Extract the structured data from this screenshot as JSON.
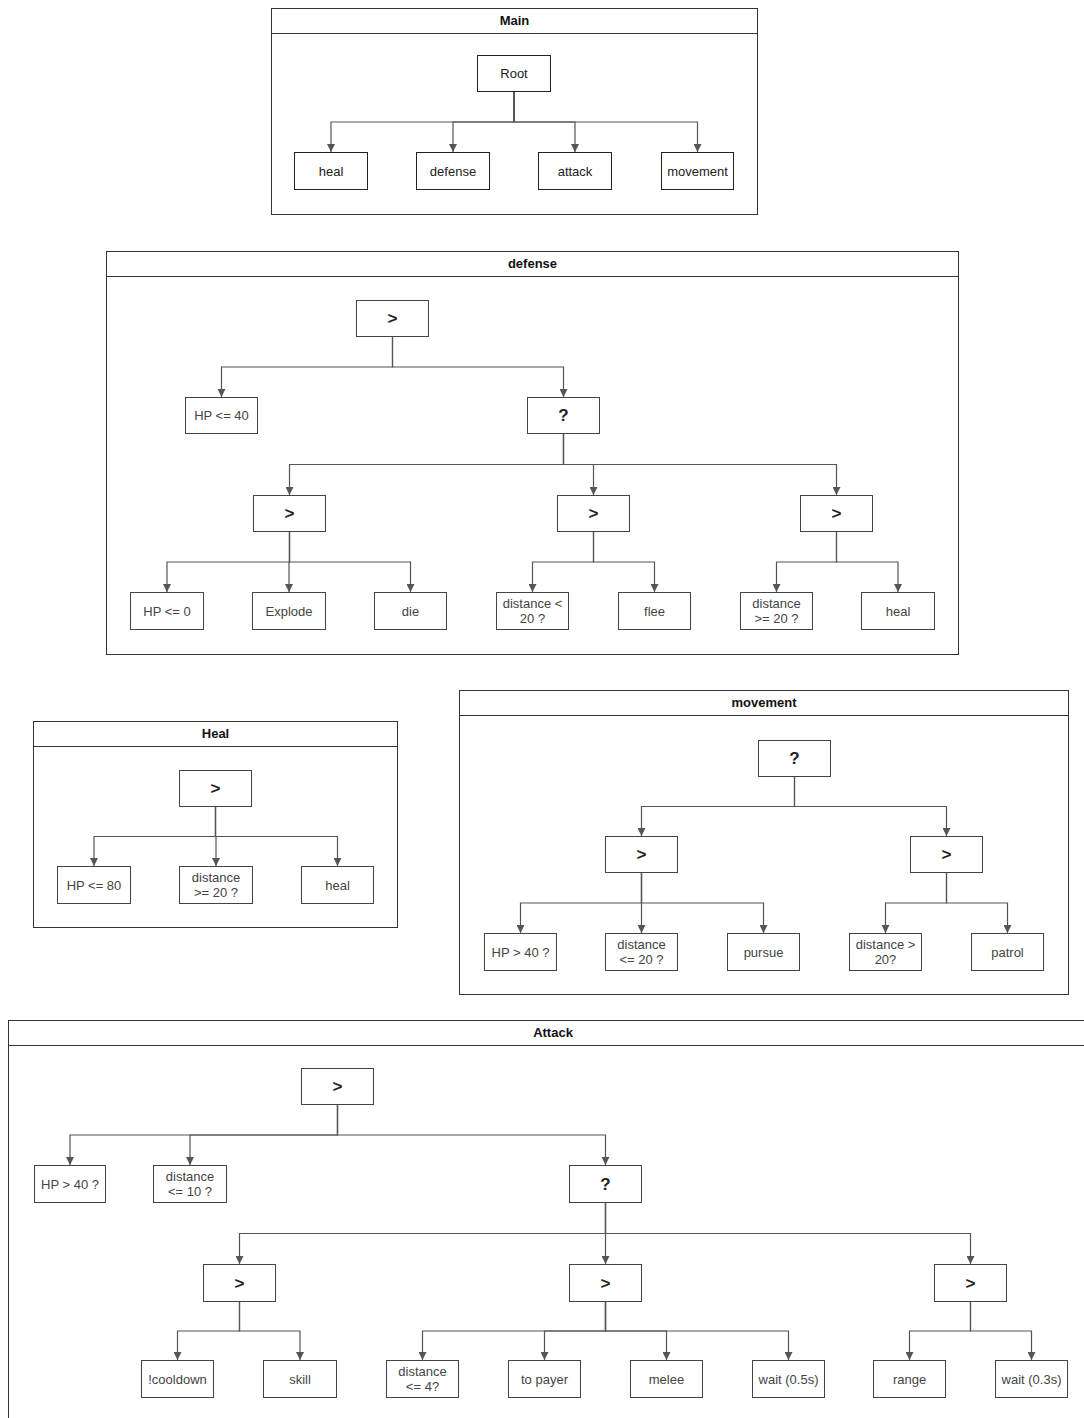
{
  "diagram": {
    "nodes": [
      {
        "text": [
          "Main"
        ]
      },
      {
        "text": [
          "Root"
        ],
        "in": 0
      },
      {
        "text": [
          "heal"
        ],
        "in": 0
      },
      {
        "text": [
          "defense"
        ],
        "in": 0
      },
      {
        "text": [
          "attack"
        ],
        "in": 0
      },
      {
        "text": [
          "movement"
        ],
        "in": 0
      },
      {
        "text": [
          "defense"
        ]
      },
      {
        "text": [
          ">"
        ],
        "in": 6
      },
      {
        "text": [
          "HP <= 40"
        ],
        "in": 6
      },
      {
        "text": [
          "?"
        ],
        "in": 6
      },
      {
        "text": [
          ">"
        ],
        "in": 6
      },
      {
        "text": [
          ">"
        ],
        "in": 6
      },
      {
        "text": [
          ">"
        ],
        "in": 6
      },
      {
        "text": [
          "HP <= 0"
        ],
        "in": 6
      },
      {
        "text": [
          "Explode"
        ],
        "in": 6
      },
      {
        "text": [
          "die"
        ],
        "in": 6
      },
      {
        "text": [
          "distance < 20 ?"
        ],
        "in": 6
      },
      {
        "text": [
          "flee"
        ],
        "in": 6
      },
      {
        "text": [
          "distance >= 20 ?"
        ],
        "in": 6
      },
      {
        "text": [
          "heal"
        ],
        "in": 6
      },
      {
        "text": [
          "Heal"
        ]
      },
      {
        "text": [
          ">"
        ],
        "in": 20
      },
      {
        "text": [
          "HP <= 80"
        ],
        "in": 20
      },
      {
        "text": [
          "distance >= 20 ?"
        ],
        "in": 20
      },
      {
        "text": [
          "heal"
        ],
        "in": 20
      },
      {
        "text": [
          "movement"
        ]
      },
      {
        "text": [
          "?"
        ],
        "in": 25
      },
      {
        "text": [
          ">"
        ],
        "in": 25
      },
      {
        "text": [
          ">"
        ],
        "in": 25
      },
      {
        "text": [
          "HP > 40 ?"
        ],
        "in": 25
      },
      {
        "text": [
          "distance <= 20 ?"
        ],
        "in": 25
      },
      {
        "text": [
          "pursue"
        ],
        "in": 25
      },
      {
        "text": [
          "distance > 20?"
        ],
        "in": 25
      },
      {
        "text": [
          "patrol"
        ],
        "in": 25
      },
      {
        "text": [
          "Attack"
        ]
      },
      {
        "text": [
          ">"
        ],
        "in": 34
      },
      {
        "text": [
          "HP > 40 ?"
        ],
        "in": 34
      },
      {
        "text": [
          "distance <= 10 ?"
        ],
        "in": 34
      },
      {
        "text": [
          "?"
        ],
        "in": 34
      },
      {
        "text": [
          ">"
        ],
        "in": 34
      },
      {
        "text": [
          ">"
        ],
        "in": 34
      },
      {
        "text": [
          ">"
        ],
        "in": 34
      },
      {
        "text": [
          "!cooldown"
        ],
        "in": 34
      },
      {
        "text": [
          "skill"
        ],
        "in": 34
      },
      {
        "text": [
          "distance <= 4?"
        ],
        "in": 34
      },
      {
        "text": [
          "to payer"
        ],
        "in": 34
      },
      {
        "text": [
          "melee"
        ],
        "in": 34
      },
      {
        "text": [
          "wait (0.5s)"
        ],
        "in": 34
      },
      {
        "text": [
          "range"
        ],
        "in": 34
      },
      {
        "text": [
          "wait (0.3s)"
        ],
        "in": 34
      }
    ],
    "edges": [
      {
        "from": 1,
        "to": 2,
        "arrow": "to"
      },
      {
        "from": 1,
        "to": 3,
        "arrow": "to"
      },
      {
        "from": 1,
        "to": 4,
        "arrow": "to"
      },
      {
        "from": 1,
        "to": 5,
        "arrow": "to"
      },
      {
        "from": 7,
        "to": 8,
        "arrow": "to"
      },
      {
        "from": 7,
        "to": 9,
        "arrow": "to"
      },
      {
        "from": 9,
        "to": 10,
        "arrow": "to"
      },
      {
        "from": 9,
        "to": 11,
        "arrow": "to"
      },
      {
        "from": 9,
        "to": 12,
        "arrow": "to"
      },
      {
        "from": 10,
        "to": 13,
        "arrow": "to"
      },
      {
        "from": 10,
        "to": 14,
        "arrow": "to"
      },
      {
        "from": 10,
        "to": 15,
        "arrow": "to"
      },
      {
        "from": 11,
        "to": 16,
        "arrow": "to"
      },
      {
        "from": 11,
        "to": 17,
        "arrow": "to"
      },
      {
        "from": 12,
        "to": 18,
        "arrow": "to"
      },
      {
        "from": 12,
        "to": 19,
        "arrow": "to"
      },
      {
        "from": 21,
        "to": 22,
        "arrow": "to"
      },
      {
        "from": 21,
        "to": 23,
        "arrow": "to"
      },
      {
        "from": 21,
        "to": 24,
        "arrow": "to"
      },
      {
        "from": 26,
        "to": 27,
        "arrow": "to"
      },
      {
        "from": 26,
        "to": 28,
        "arrow": "to"
      },
      {
        "from": 27,
        "to": 29,
        "arrow": "to"
      },
      {
        "from": 27,
        "to": 30,
        "arrow": "to"
      },
      {
        "from": 27,
        "to": 31,
        "arrow": "to"
      },
      {
        "from": 28,
        "to": 32,
        "arrow": "to"
      },
      {
        "from": 28,
        "to": 33,
        "arrow": "to"
      },
      {
        "from": 35,
        "to": 36,
        "arrow": "to"
      },
      {
        "from": 35,
        "to": 37,
        "arrow": "to"
      },
      {
        "from": 35,
        "to": 38,
        "arrow": "to"
      },
      {
        "from": 38,
        "to": 39,
        "arrow": "to"
      },
      {
        "from": 38,
        "to": 40,
        "arrow": "to"
      },
      {
        "from": 38,
        "to": 41,
        "arrow": "to"
      },
      {
        "from": 39,
        "to": 42,
        "arrow": "to"
      },
      {
        "from": 39,
        "to": 43,
        "arrow": "to"
      },
      {
        "from": 40,
        "to": 44,
        "arrow": "to"
      },
      {
        "from": 40,
        "to": 45,
        "arrow": "to"
      },
      {
        "from": 40,
        "to": 46,
        "arrow": "to"
      },
      {
        "from": 40,
        "to": 47,
        "arrow": "to"
      },
      {
        "from": 41,
        "to": 48,
        "arrow": "to"
      },
      {
        "from": 41,
        "to": 49,
        "arrow": "to"
      }
    ]
  }
}
